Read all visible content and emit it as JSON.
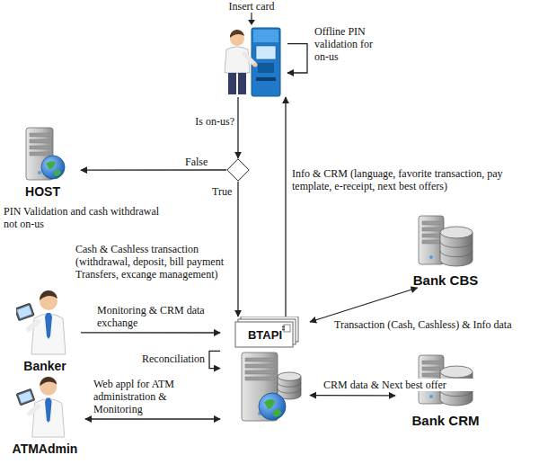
{
  "diagram": {
    "nodes": [
      {
        "text": [
          "Insert card"
        ]
      },
      {
        "text": [
          "Is on-us?"
        ]
      },
      {
        "text": [
          "HOST"
        ]
      },
      {
        "text": [
          "Bank CBS"
        ]
      },
      {
        "text": [
          "Banker"
        ]
      },
      {
        "text": [
          "BTAPI"
        ]
      },
      {
        "text": [
          "Bank CRM"
        ]
      },
      {
        "text": [
          "ATMAdmin"
        ]
      }
    ],
    "edges": [
      {
        "from": 0,
        "to": 0,
        "arrow": "to",
        "label": "Offline PIN validation for on-us"
      },
      {
        "from": 0,
        "to": 1,
        "arrow": "to"
      },
      {
        "from": 1,
        "to": 2,
        "arrow": "to",
        "label": "False"
      },
      {
        "from": 1,
        "to": 5,
        "arrow": "to",
        "label": "True"
      },
      {
        "from": 5,
        "to": 0,
        "arrow": "to",
        "label": "Info & CRM (language, favorite transaction, pay template, e-receipt, next best offers)"
      },
      {
        "from": 5,
        "to": 3,
        "arrow": "both",
        "label": "Transaction (Cash, Cashless) & Info data"
      },
      {
        "from": 5,
        "to": 6,
        "arrow": "both",
        "label": "CRM data & Next best offer"
      },
      {
        "from": 4,
        "to": 5,
        "arrow": "to",
        "label": "Monitoring & CRM data exchange"
      },
      {
        "from": 5,
        "to": 5,
        "arrow": "to",
        "label": "Reconciliation"
      },
      {
        "from": 7,
        "to": 5,
        "arrow": "both",
        "label": "Web appl for ATM administration & Monitoring"
      }
    ],
    "labels": [
      "PIN Validation and cash withdrawal not on-us",
      "Cash & Cashless transaction (withdrawal, deposit, bill payment Transfers, excange management)"
    ]
  }
}
